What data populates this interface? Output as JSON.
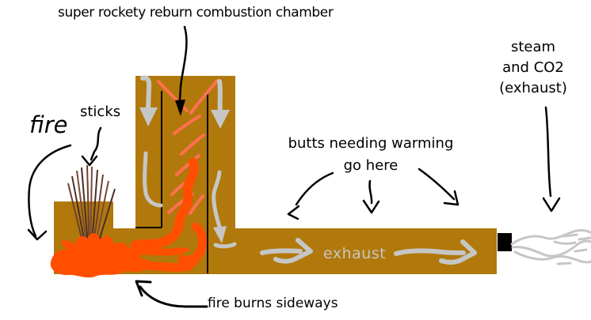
{
  "labels": {
    "combustion_chamber": "super rockety reburn combustion chamber",
    "steam_lines": [
      "steam",
      "and CO2",
      "(exhaust)"
    ],
    "fire": "fire",
    "sticks": "sticks",
    "butts_lines": [
      "butts needing warming",
      "go here"
    ],
    "exhaust_flow": "exhaust",
    "fire_sideways": "fire burns sideways"
  },
  "colors": {
    "stove_body": "#B1790B",
    "fire_main": "#FF4E00",
    "flame_wisp": "#FF7050",
    "flow_gray": "#C6C6C6",
    "annotation_ink": "#000000",
    "exhaust_port": "#000000",
    "background": "#FFFFFF"
  }
}
